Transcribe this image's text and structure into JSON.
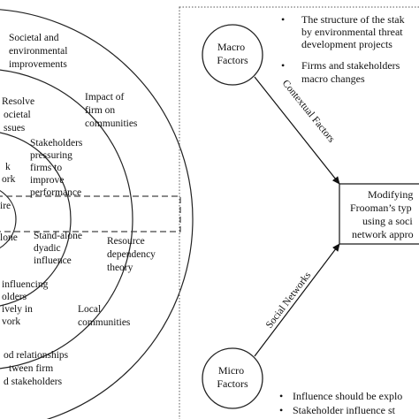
{
  "left_panel": {
    "outer_ring_label": [
      "Societal and",
      "environmental",
      "improvements"
    ],
    "ring2_labels": {
      "impact": [
        "Impact of",
        "firm on",
        "communities"
      ],
      "resource": [
        "Resource",
        "dependency",
        "theory"
      ],
      "local": [
        "Local",
        "communities"
      ],
      "good_relationships": [
        "od relationships",
        "tween firm",
        "d stakeholders"
      ]
    },
    "ring3_labels": {
      "resolve": [
        "Resolve",
        "ocietal",
        "ssues"
      ],
      "pressuring": [
        "Stakeholders",
        "pressuring",
        "firms to",
        "improve",
        "performance"
      ],
      "dyadic": [
        "Stand-alone",
        "dyadic",
        "influence"
      ],
      "influencing": [
        "influencing",
        "olders",
        "ively in",
        "vork"
      ]
    },
    "inner_labels": {
      "work": [
        "k",
        "ork"
      ],
      "ire": "ire",
      "alone": "lone"
    }
  },
  "right_panel": {
    "top_bullets": [
      [
        "The structure of the stak",
        "by environmental threat",
        "development projects"
      ],
      [
        "Firms and stakeholders",
        "macro changes"
      ]
    ],
    "macro_node": [
      "Macro",
      "Factors"
    ],
    "micro_node": [
      "Micro",
      "Factors"
    ],
    "result_box": [
      "Modifying",
      "Frooman’s typ",
      "using a soci",
      "network appro"
    ],
    "edge_contextual": "Contextual Factors",
    "edge_social": "Social Networks",
    "bottom_bullets": [
      "Influence should be explo",
      "Stakeholder influence st"
    ]
  },
  "bullet_glyph": "•"
}
